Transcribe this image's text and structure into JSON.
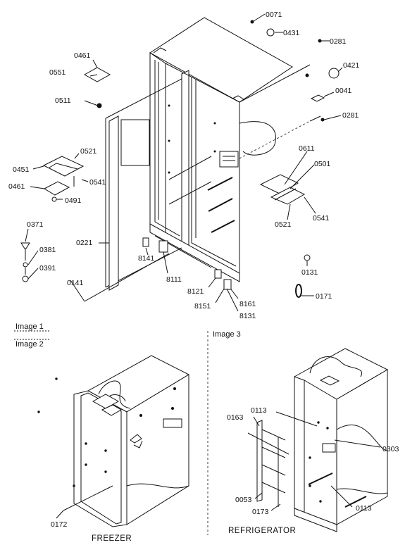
{
  "views": {
    "image1_label": "Image 1",
    "image2_label": "Image 2",
    "image3_label": "Image 3",
    "freezer_caption": "FREEZER",
    "refrigerator_caption": "REFRIGERATOR"
  },
  "parts": {
    "p0071": "0071",
    "p0431": "0431",
    "p0281a": "0281",
    "p0421": "0421",
    "p0041": "0041",
    "p0281b": "0281",
    "p0461a": "0461",
    "p0551": "0551",
    "p0511": "0511",
    "p0521a": "0521",
    "p0451": "0451",
    "p0541a": "0541",
    "p0461b": "0461",
    "p0491": "0491",
    "p0611": "0611",
    "p0501": "0501",
    "p0521b": "0521",
    "p0541b": "0541",
    "p0371": "0371",
    "p0381": "0381",
    "p0391": "0391",
    "p0221": "0221",
    "p8141": "8141",
    "p8111": "8111",
    "p0131": "0131",
    "p0141": "0141",
    "p8121": "8121",
    "p8151": "8151",
    "p8161": "8161",
    "p8131": "8131",
    "p0171": "0171",
    "p0172": "0172",
    "p0163": "0163",
    "p0113a": "0113",
    "p0303": "0303",
    "p0053": "0053",
    "p0173": "0173",
    "p0113b": "0113"
  }
}
